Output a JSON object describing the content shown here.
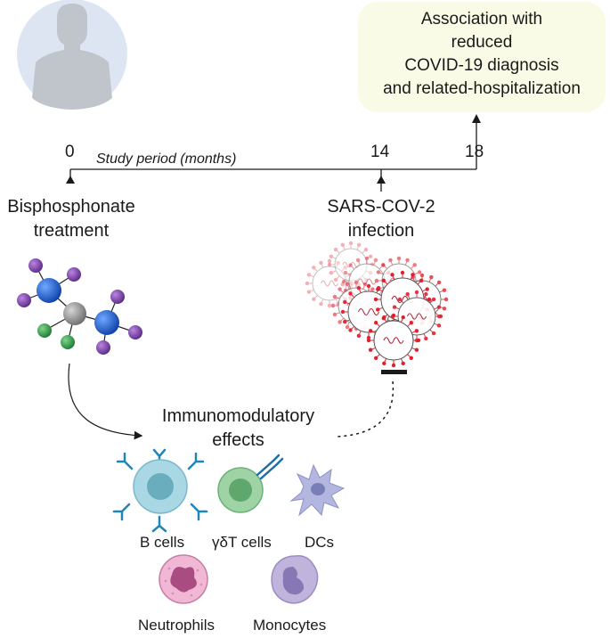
{
  "result": {
    "lines": [
      "Association with",
      "reduced",
      "COVID-19 diagnosis",
      "and related-hospitalization"
    ]
  },
  "timeline": {
    "period_label": "Study period (months)",
    "ticks": [
      "0",
      "14",
      "18"
    ]
  },
  "treatment": {
    "lines": [
      "Bisphosphonate",
      "treatment"
    ]
  },
  "infection": {
    "lines": [
      "SARS-COV-2",
      "infection"
    ]
  },
  "effects": {
    "lines": [
      "Immunomodulatory",
      "effects"
    ]
  },
  "cells": {
    "b_cells": "B cells",
    "gd_t_cells": "γδT cells",
    "dcs": "DCs",
    "neutrophils": "Neutrophils",
    "monocytes": "Monocytes"
  },
  "colors": {
    "result_box": "#fafbe6",
    "avatar_bg": "#dde5f2",
    "avatar_figure": "#c0c5cc",
    "virus": "#e0202e",
    "b_cell": "#8cc7d8",
    "t_cell": "#8fc99a",
    "dc": "#aeb2db",
    "neutrophil": "#eaa5c8",
    "monocyte": "#b7a8d2"
  }
}
